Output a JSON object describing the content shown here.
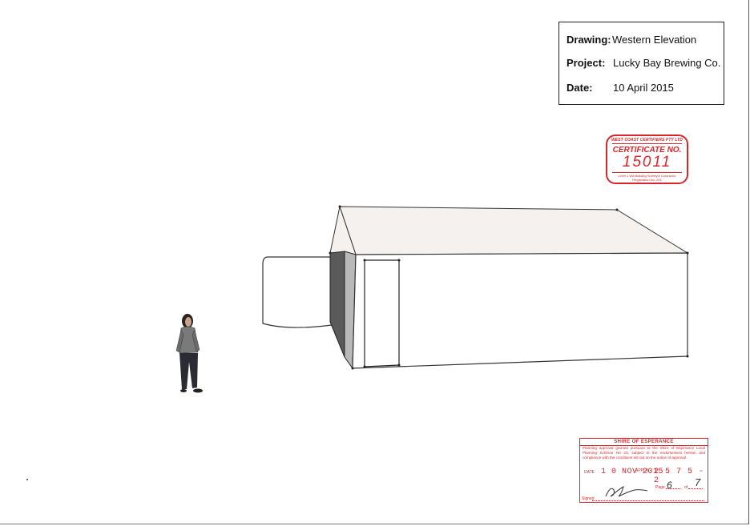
{
  "title_block": {
    "drawing_label": "Drawing:",
    "drawing_value": "Western Elevation",
    "project_label": "Project:",
    "project_value": "Lucky Bay Brewing Co.",
    "date_label": "Date:",
    "date_value": "10 April 2015"
  },
  "certificate_stamp": {
    "company": "WEST COAST CERTIFIERS PTY LTD",
    "heading": "CERTIFICATE NO.",
    "number": "15011",
    "registration_line1": "Level 1 WA Building Surveyor Contractor",
    "registration_line2": "Registration No. 292"
  },
  "shire_stamp": {
    "header": "SHIRE OF ESPERANCE",
    "body": "Planning approval granted pursuant to the Shire of Esperance Local Planning Scheme No 23, subject to the endorsement hereon and compliance with the conditions set out on the notice of approval.",
    "date_label": "DATE",
    "date_value": "1 0 NOV 2015",
    "application_label": "APPLN",
    "application_value": "2 5 7 5 - 2",
    "page_label": "Page",
    "page_number": "6",
    "of_label": "of",
    "page_total": "7",
    "signed_label": "Signed"
  },
  "colors": {
    "stamp_red": "#d9262c",
    "line": "#222222",
    "dark_panel": "#4a4a4a",
    "roof_tint": "#f3f0ee"
  },
  "icons": {
    "person": "person-figure",
    "signature": "handwritten-signature"
  }
}
